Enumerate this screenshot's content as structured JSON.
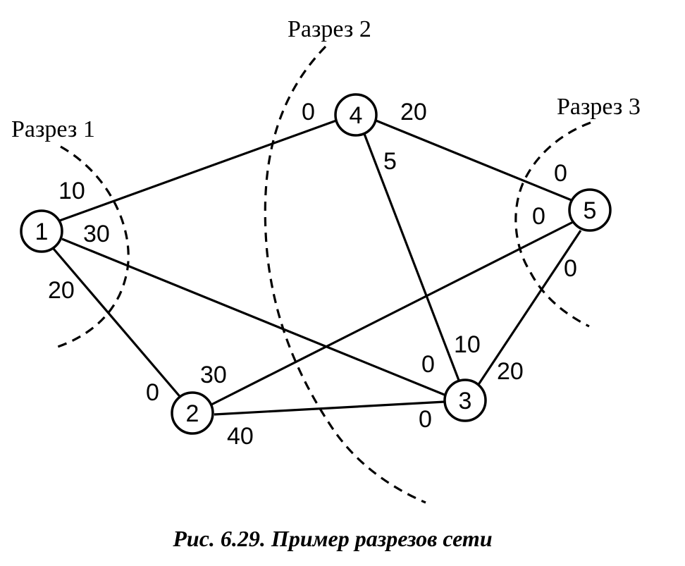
{
  "cuts": [
    {
      "id": "1",
      "label": "Разрез 1"
    },
    {
      "id": "2",
      "label": "Разрез 2"
    },
    {
      "id": "3",
      "label": "Разрез 3"
    }
  ],
  "nodes": [
    {
      "id": "1",
      "label": "1"
    },
    {
      "id": "2",
      "label": "2"
    },
    {
      "id": "3",
      "label": "3"
    },
    {
      "id": "4",
      "label": "4"
    },
    {
      "id": "5",
      "label": "5"
    }
  ],
  "edges": [
    {
      "from": "1",
      "to": "4",
      "from_value": "10",
      "to_value": "0"
    },
    {
      "from": "1",
      "to": "3",
      "from_value": "30",
      "to_value": "0"
    },
    {
      "from": "1",
      "to": "2",
      "from_value": "20",
      "to_value": "0"
    },
    {
      "from": "2",
      "to": "5",
      "from_value": "30",
      "to_value": "0"
    },
    {
      "from": "2",
      "to": "3",
      "from_value": "40",
      "to_value": "0"
    },
    {
      "from": "4",
      "to": "5",
      "from_value": "20",
      "to_value": "0"
    },
    {
      "from": "4",
      "to": "3",
      "from_value": "5",
      "to_value": "10"
    },
    {
      "from": "3",
      "to": "5",
      "from_value": "20",
      "to_value": "0"
    }
  ],
  "caption": "Рис. 6.29. Пример разрезов сети"
}
